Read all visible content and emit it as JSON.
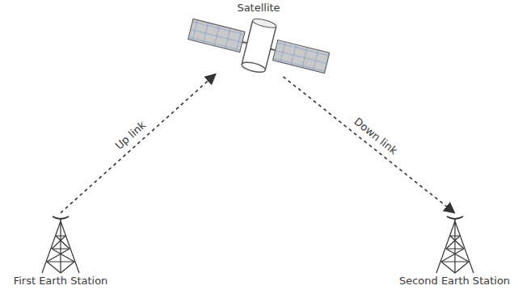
{
  "diagram": {
    "nodes": [
      {
        "text": [
          "Satellite"
        ]
      },
      {
        "text": [
          "First Earth Station"
        ]
      },
      {
        "text": [
          "Second Earth Station"
        ]
      }
    ],
    "edges": [
      {
        "from": 1,
        "to": 0,
        "arrow": "to",
        "label": "Up link"
      },
      {
        "from": 0,
        "to": 2,
        "arrow": "to",
        "label": "Down link"
      }
    ]
  }
}
